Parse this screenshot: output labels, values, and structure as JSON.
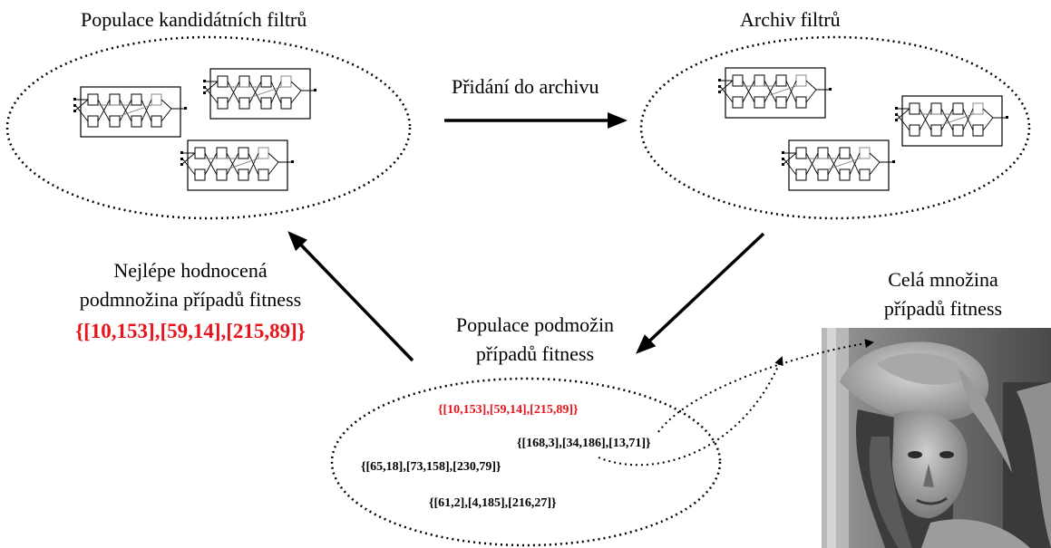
{
  "labels": {
    "candidate_population": "Populace kandidátních filtrů",
    "archive": "Archiv filtrů",
    "add_to_archive": "Přidání do archivu",
    "best_subset_line1": "Nejlépe hodnocená",
    "best_subset_line2": "podmnožina případů fitness",
    "best_subset_value": "{[10,153],[59,14],[215,89]}",
    "subset_population_line1": "Populace podmožin",
    "subset_population_line2": "případů fitness",
    "full_set_line1": "Celá množina",
    "full_set_line2": "případů fitness"
  },
  "subsets": [
    "{[10,153],[59,14],[215,89]}",
    "{[168,3],[34,186],[13,71]}",
    "{[65,18],[73,158],[230,79]}",
    "{[61,2],[4,185],[216,27]}"
  ],
  "colors": {
    "highlight": "#e8141b",
    "line": "#000000"
  },
  "icons": {
    "filter_circuit": "circuit-filter-icon",
    "image": "grayscale-portrait-image"
  }
}
